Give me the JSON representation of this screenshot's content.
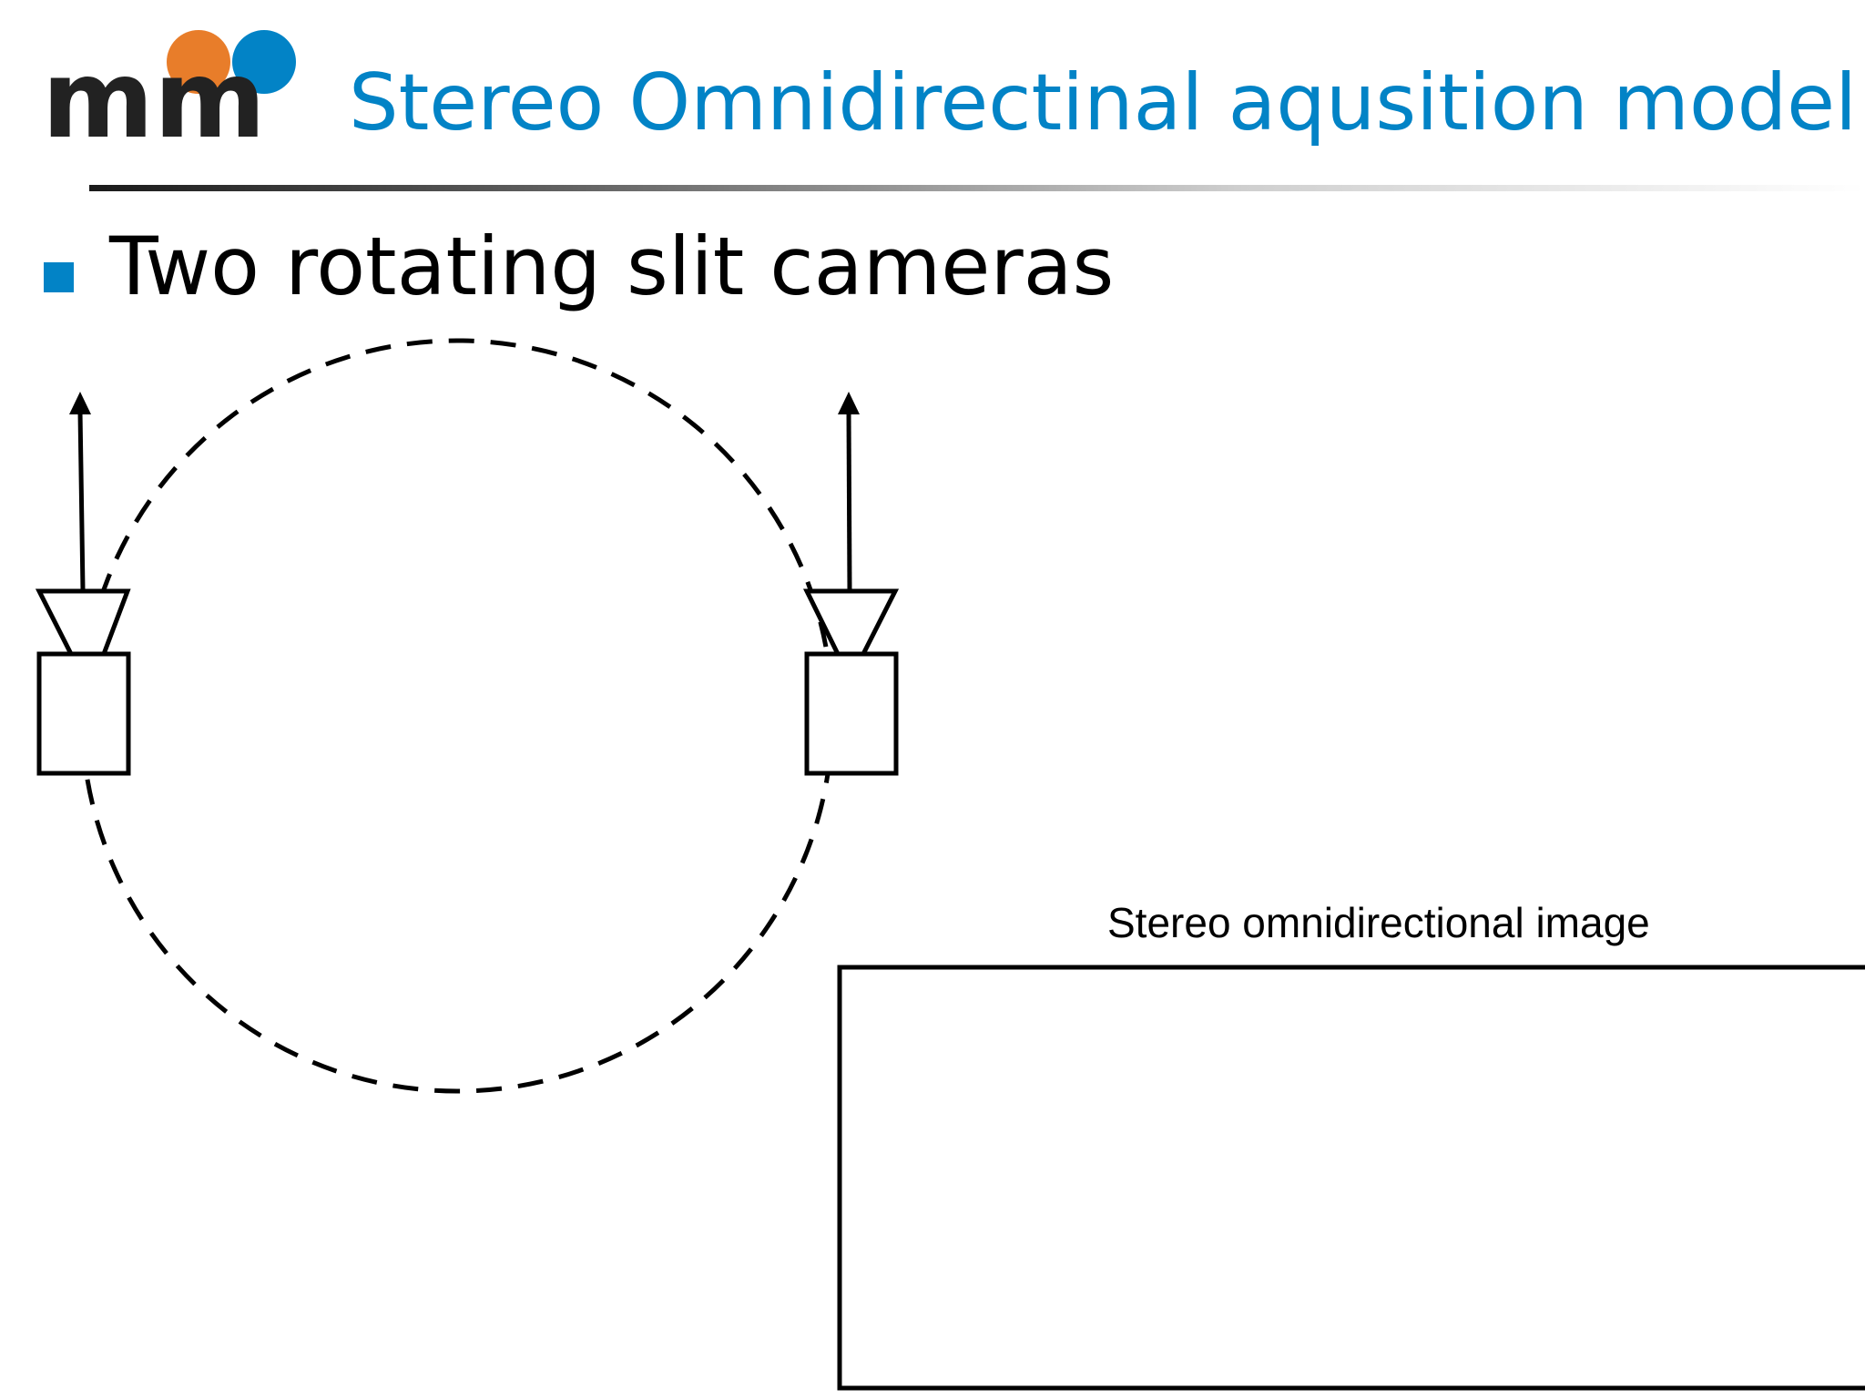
{
  "slide": {
    "title": "Stereo Omnidirectinal aqusition model",
    "bullet": "Two rotating slit cameras",
    "image_caption": "Stereo omnidirectional image"
  },
  "logo": {
    "text": "mm",
    "dot_colors": [
      "#e87d2a",
      "#0283c6"
    ]
  },
  "colors": {
    "accent": "#0283c6",
    "text": "#000000"
  },
  "diagram": {
    "cameras": [
      "left-camera",
      "right-camera"
    ],
    "path_style": "dashed circle",
    "direction": "up arrows"
  }
}
